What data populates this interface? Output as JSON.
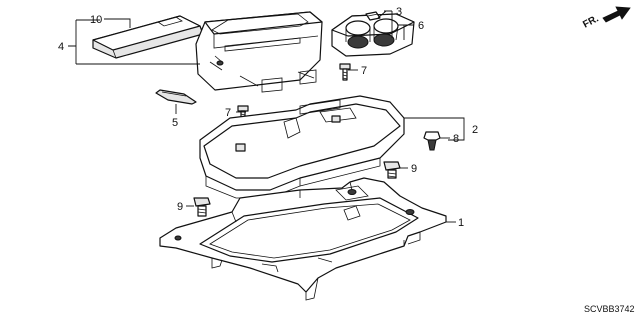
{
  "diagram": {
    "callouts": [
      {
        "id": "c10",
        "label": "10"
      },
      {
        "id": "c4",
        "label": "4"
      },
      {
        "id": "c3",
        "label": "3"
      },
      {
        "id": "c6",
        "label": "6"
      },
      {
        "id": "c7a",
        "label": "7"
      },
      {
        "id": "c5",
        "label": "5"
      },
      {
        "id": "c7b",
        "label": "7"
      },
      {
        "id": "c2",
        "label": "2"
      },
      {
        "id": "c8",
        "label": "8"
      },
      {
        "id": "c9a",
        "label": "9"
      },
      {
        "id": "c9b",
        "label": "9"
      },
      {
        "id": "c1",
        "label": "1"
      }
    ],
    "direction_label": "FR.",
    "diagram_code": "SCVBB3742"
  }
}
